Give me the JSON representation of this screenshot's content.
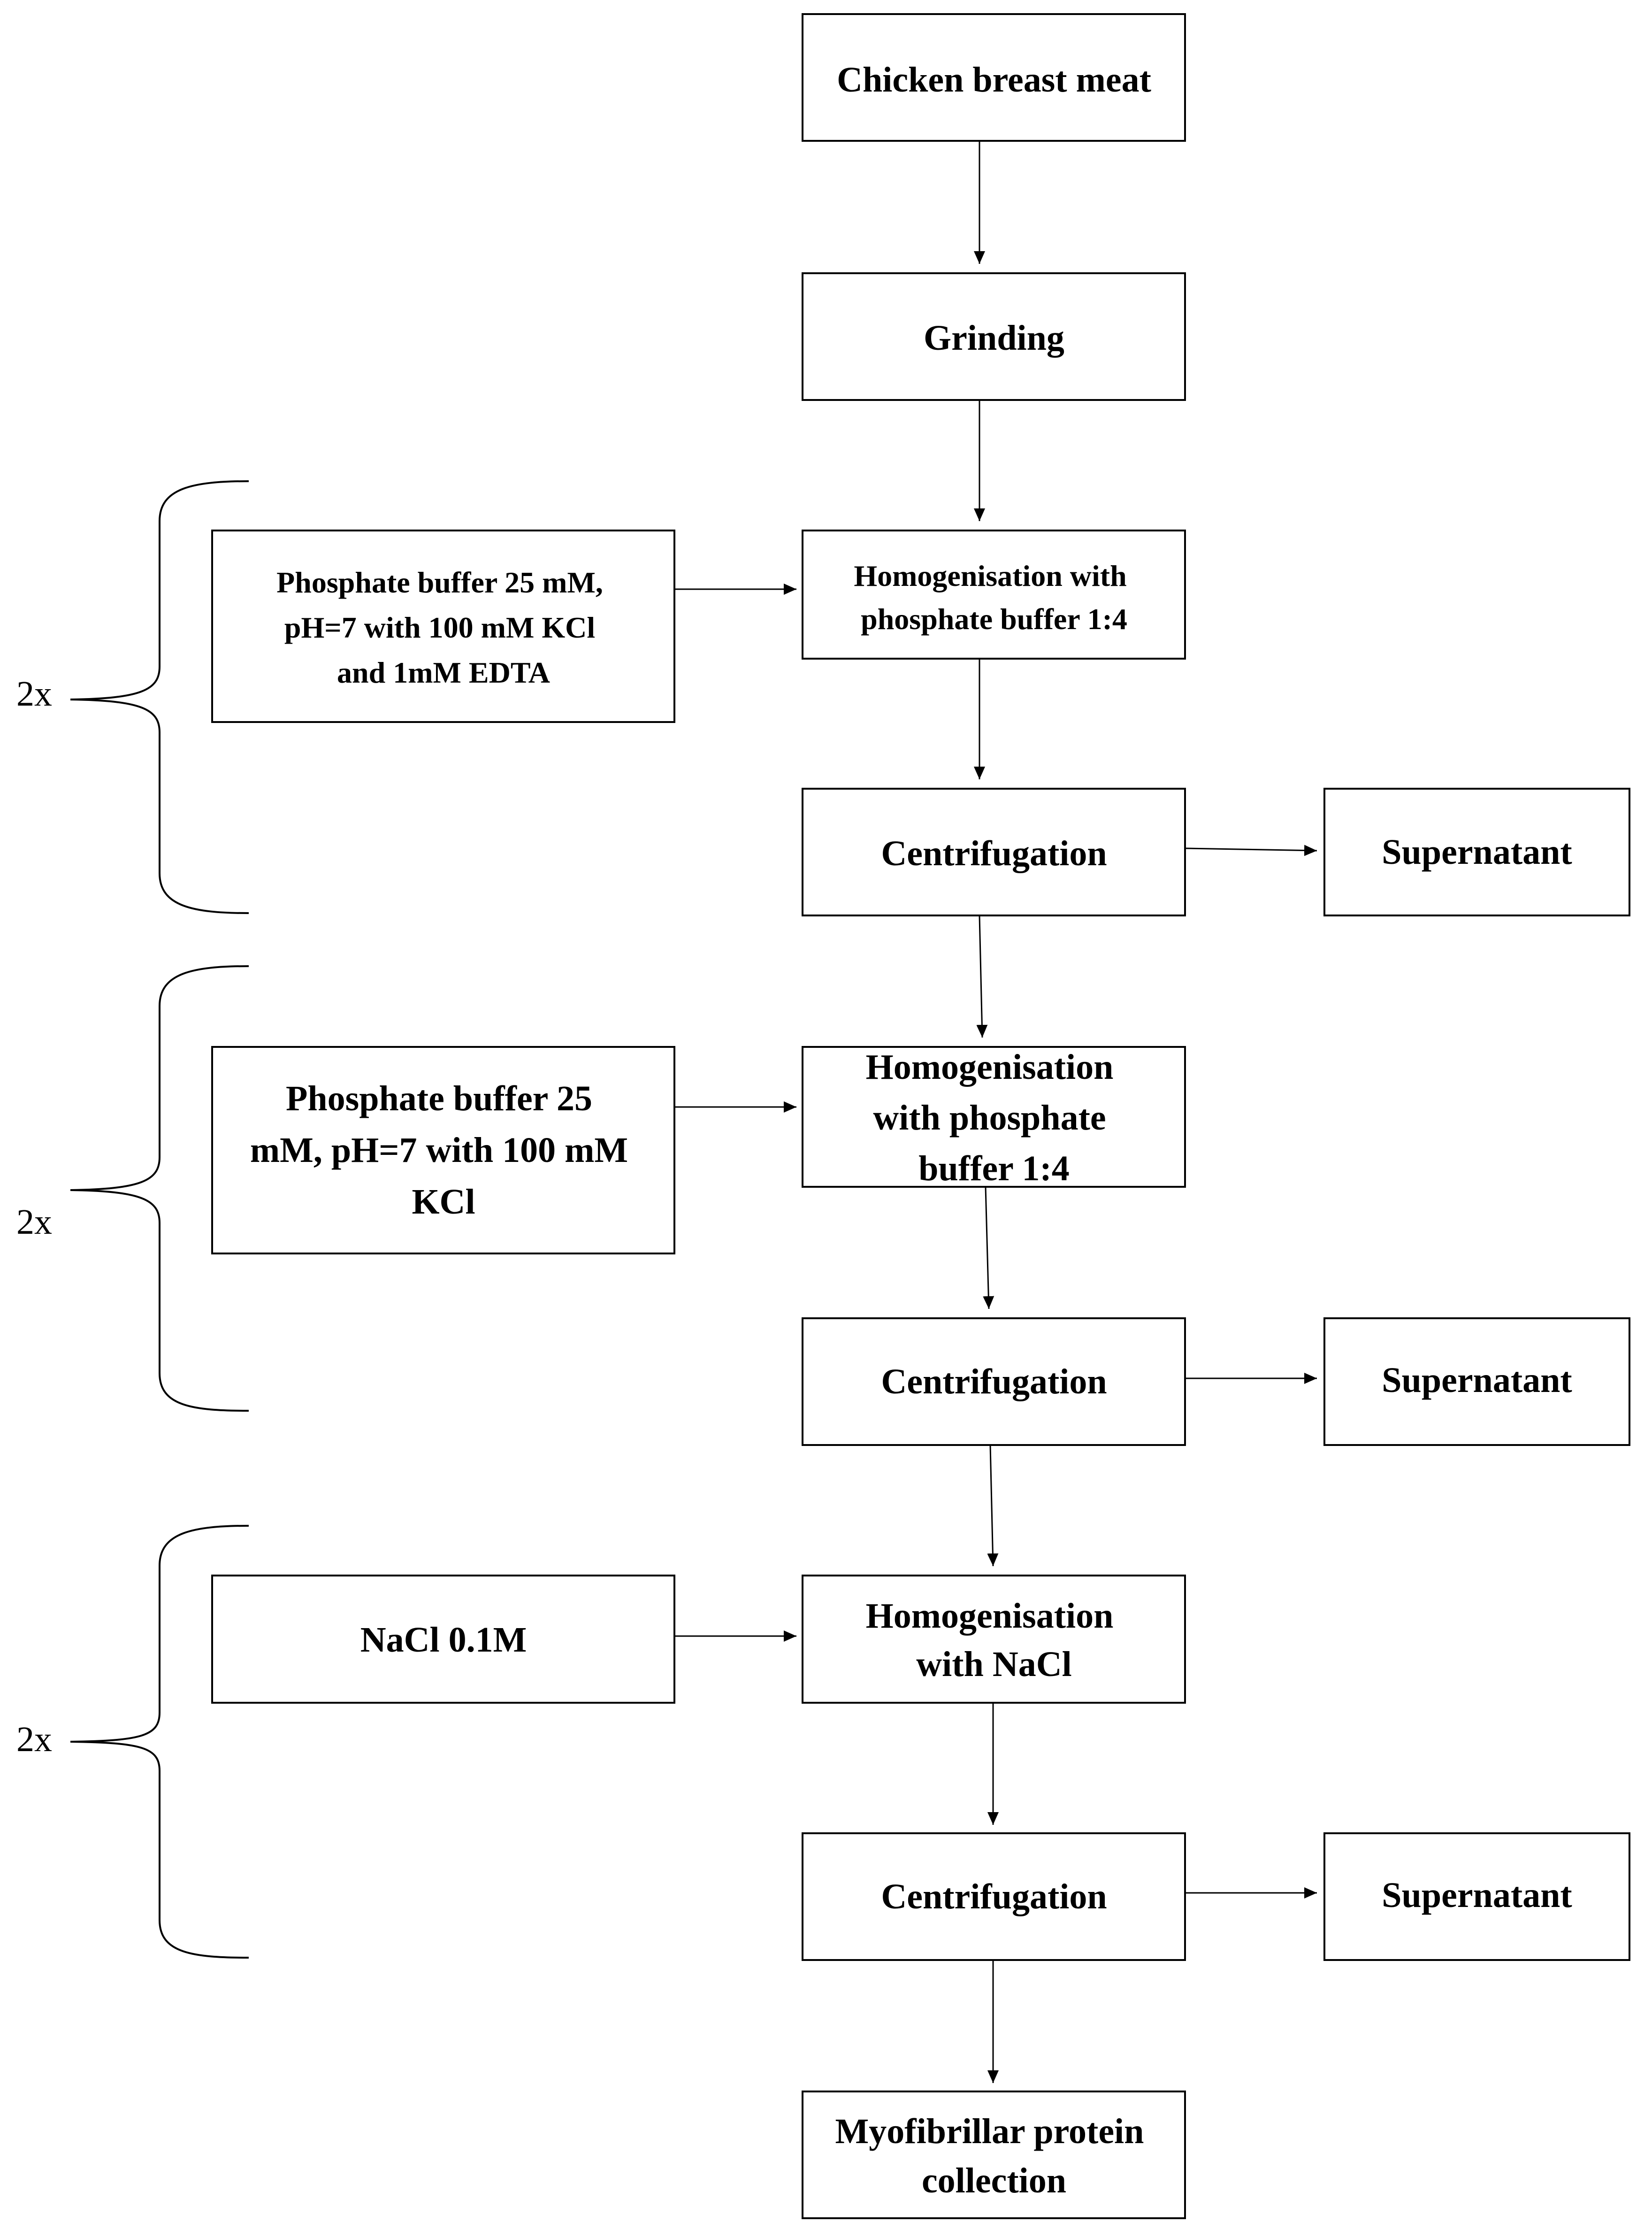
{
  "colors": {
    "stroke": "#000000",
    "background": "#ffffff"
  },
  "steps": {
    "chicken": [
      "Chicken breast meat"
    ],
    "grinding": [
      "Grinding"
    ],
    "homog1": [
      "Homogenisation with",
      "phosphate buffer 1:4"
    ],
    "centri1": [
      "Centrifugation"
    ],
    "super1": [
      "Supernatant"
    ],
    "buffer1": [
      "Phosphate buffer 25 mM,",
      "pH=7 with 100 mM KCl",
      "and 1mM EDTA"
    ],
    "homog2": [
      "Homogenisation",
      "with phosphate",
      "buffer 1:4"
    ],
    "centri2": [
      "Centrifugation"
    ],
    "super2": [
      "Supernatant"
    ],
    "buffer2": [
      "Phosphate buffer 25",
      "mM, pH=7 with 100 mM",
      "KCl"
    ],
    "homog3": [
      "Homogenisation",
      "with NaCl"
    ],
    "centri3": [
      "Centrifugation"
    ],
    "super3": [
      "Supernatant"
    ],
    "nacl": [
      "NaCl 0.1M"
    ],
    "collection": [
      "Myofibrillar protein",
      "collection"
    ]
  },
  "repeats": [
    "2x",
    "2x",
    "2x"
  ]
}
